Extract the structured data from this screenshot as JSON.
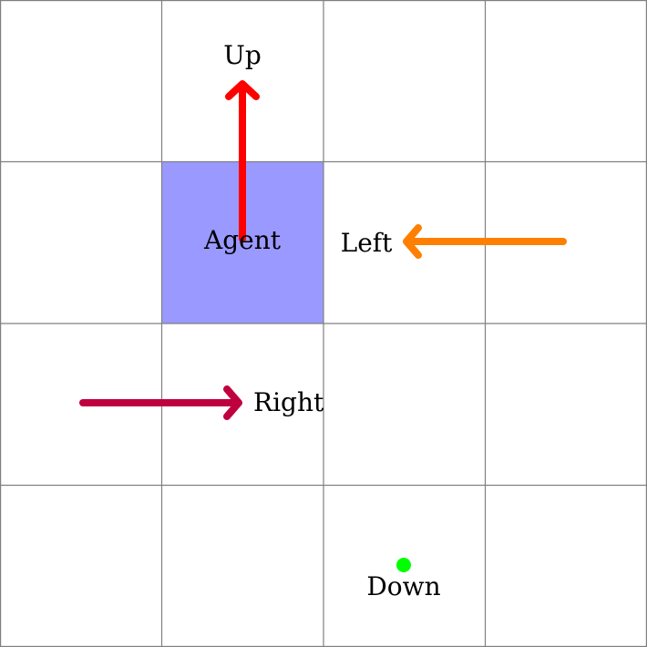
{
  "grid": {
    "rows": 4,
    "cols": 4,
    "line_color": "#808080"
  },
  "agent": {
    "label": "Agent",
    "cell_color": "#9999ff",
    "row": 1,
    "col": 1
  },
  "actions": {
    "up": {
      "label": "Up",
      "color": "#ff0000"
    },
    "left": {
      "label": "Left",
      "color": "#ff7f00"
    },
    "right": {
      "label": "Right",
      "color": "#bf0040"
    },
    "down": {
      "label": "Down",
      "color": "#00ff00"
    }
  }
}
